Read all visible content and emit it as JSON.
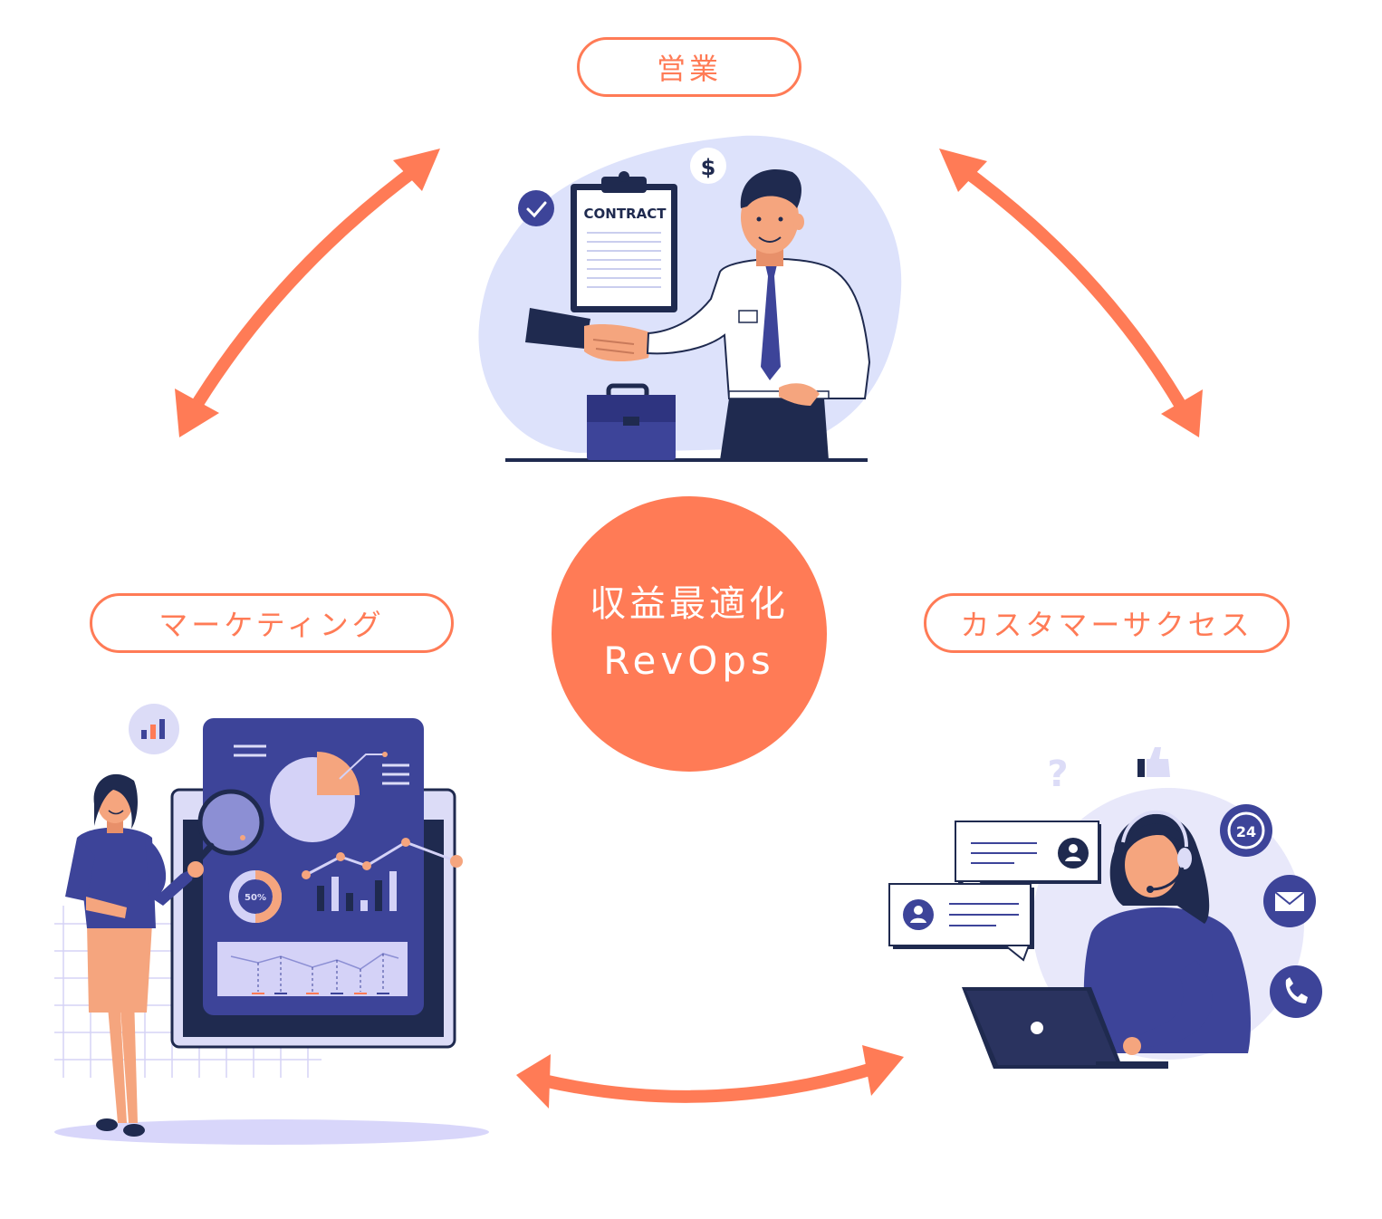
{
  "nodes": {
    "sales": {
      "label": "営業"
    },
    "marketing": {
      "label": "マーケティング"
    },
    "customer_success": {
      "label": "カスタマーサクセス"
    }
  },
  "center": {
    "title": "収益最適化",
    "subtitle": "RevOps"
  },
  "illustrations": {
    "sales": {
      "contract_label": "CONTRACT",
      "dollar_symbol": "$"
    },
    "marketing": {
      "donut_label": "50%"
    },
    "customer_success": {
      "clock_label": "24",
      "question_mark": "?"
    }
  },
  "colors": {
    "accent": "#ff7b56",
    "navy": "#3d4499",
    "dark_navy": "#1f2a4f",
    "lavender": "#dcdcf7",
    "skin": "#f5a57e"
  }
}
